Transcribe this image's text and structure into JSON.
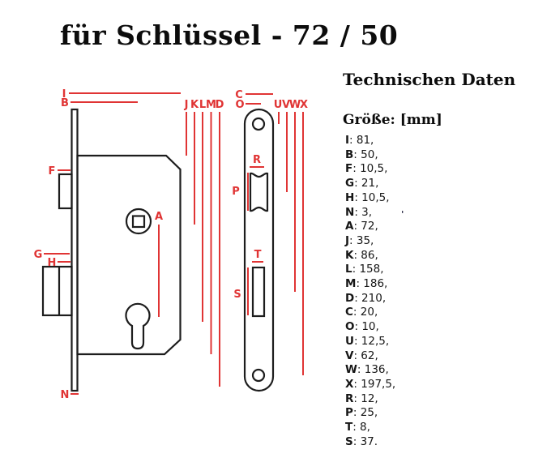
{
  "title": "für Schlüssel - 72 / 50",
  "panel": {
    "heading": "Technischen Daten",
    "size_label": "Größe: [mm]",
    "specs": [
      {
        "letter": "I",
        "value": "81"
      },
      {
        "letter": "B",
        "value": "50"
      },
      {
        "letter": "F",
        "value": "10,5"
      },
      {
        "letter": "G",
        "value": "21"
      },
      {
        "letter": "H",
        "value": "10,5"
      },
      {
        "letter": "N",
        "value": "3"
      },
      {
        "letter": "A",
        "value": "72"
      },
      {
        "letter": "J",
        "value": "35"
      },
      {
        "letter": "K",
        "value": "86"
      },
      {
        "letter": "L",
        "value": "158"
      },
      {
        "letter": "M",
        "value": "186"
      },
      {
        "letter": "D",
        "value": "210"
      },
      {
        "letter": "C",
        "value": "20"
      },
      {
        "letter": "O",
        "value": "10"
      },
      {
        "letter": "U",
        "value": "12,5"
      },
      {
        "letter": "V",
        "value": "62"
      },
      {
        "letter": "W",
        "value": "136"
      },
      {
        "letter": "X",
        "value": "197,5"
      },
      {
        "letter": "R",
        "value": "12"
      },
      {
        "letter": "P",
        "value": "25"
      },
      {
        "letter": "T",
        "value": "8"
      },
      {
        "letter": "S",
        "value": "37"
      }
    ]
  },
  "diagram": {
    "labels": {
      "I": "I",
      "B": "B",
      "F": "F",
      "G": "G",
      "H": "H",
      "N": "N",
      "A": "A",
      "J": "J",
      "K": "K",
      "L": "L",
      "M": "M",
      "D": "D",
      "C": "C",
      "O": "O",
      "U": "U",
      "V": "V",
      "W": "W",
      "X": "X",
      "R": "R",
      "P": "P",
      "T": "T",
      "S": "S"
    },
    "stray_mark": "'"
  },
  "colors": {
    "dimension_red": "#e03434",
    "line_black": "#1d1d1d",
    "background": "#ffffff"
  }
}
